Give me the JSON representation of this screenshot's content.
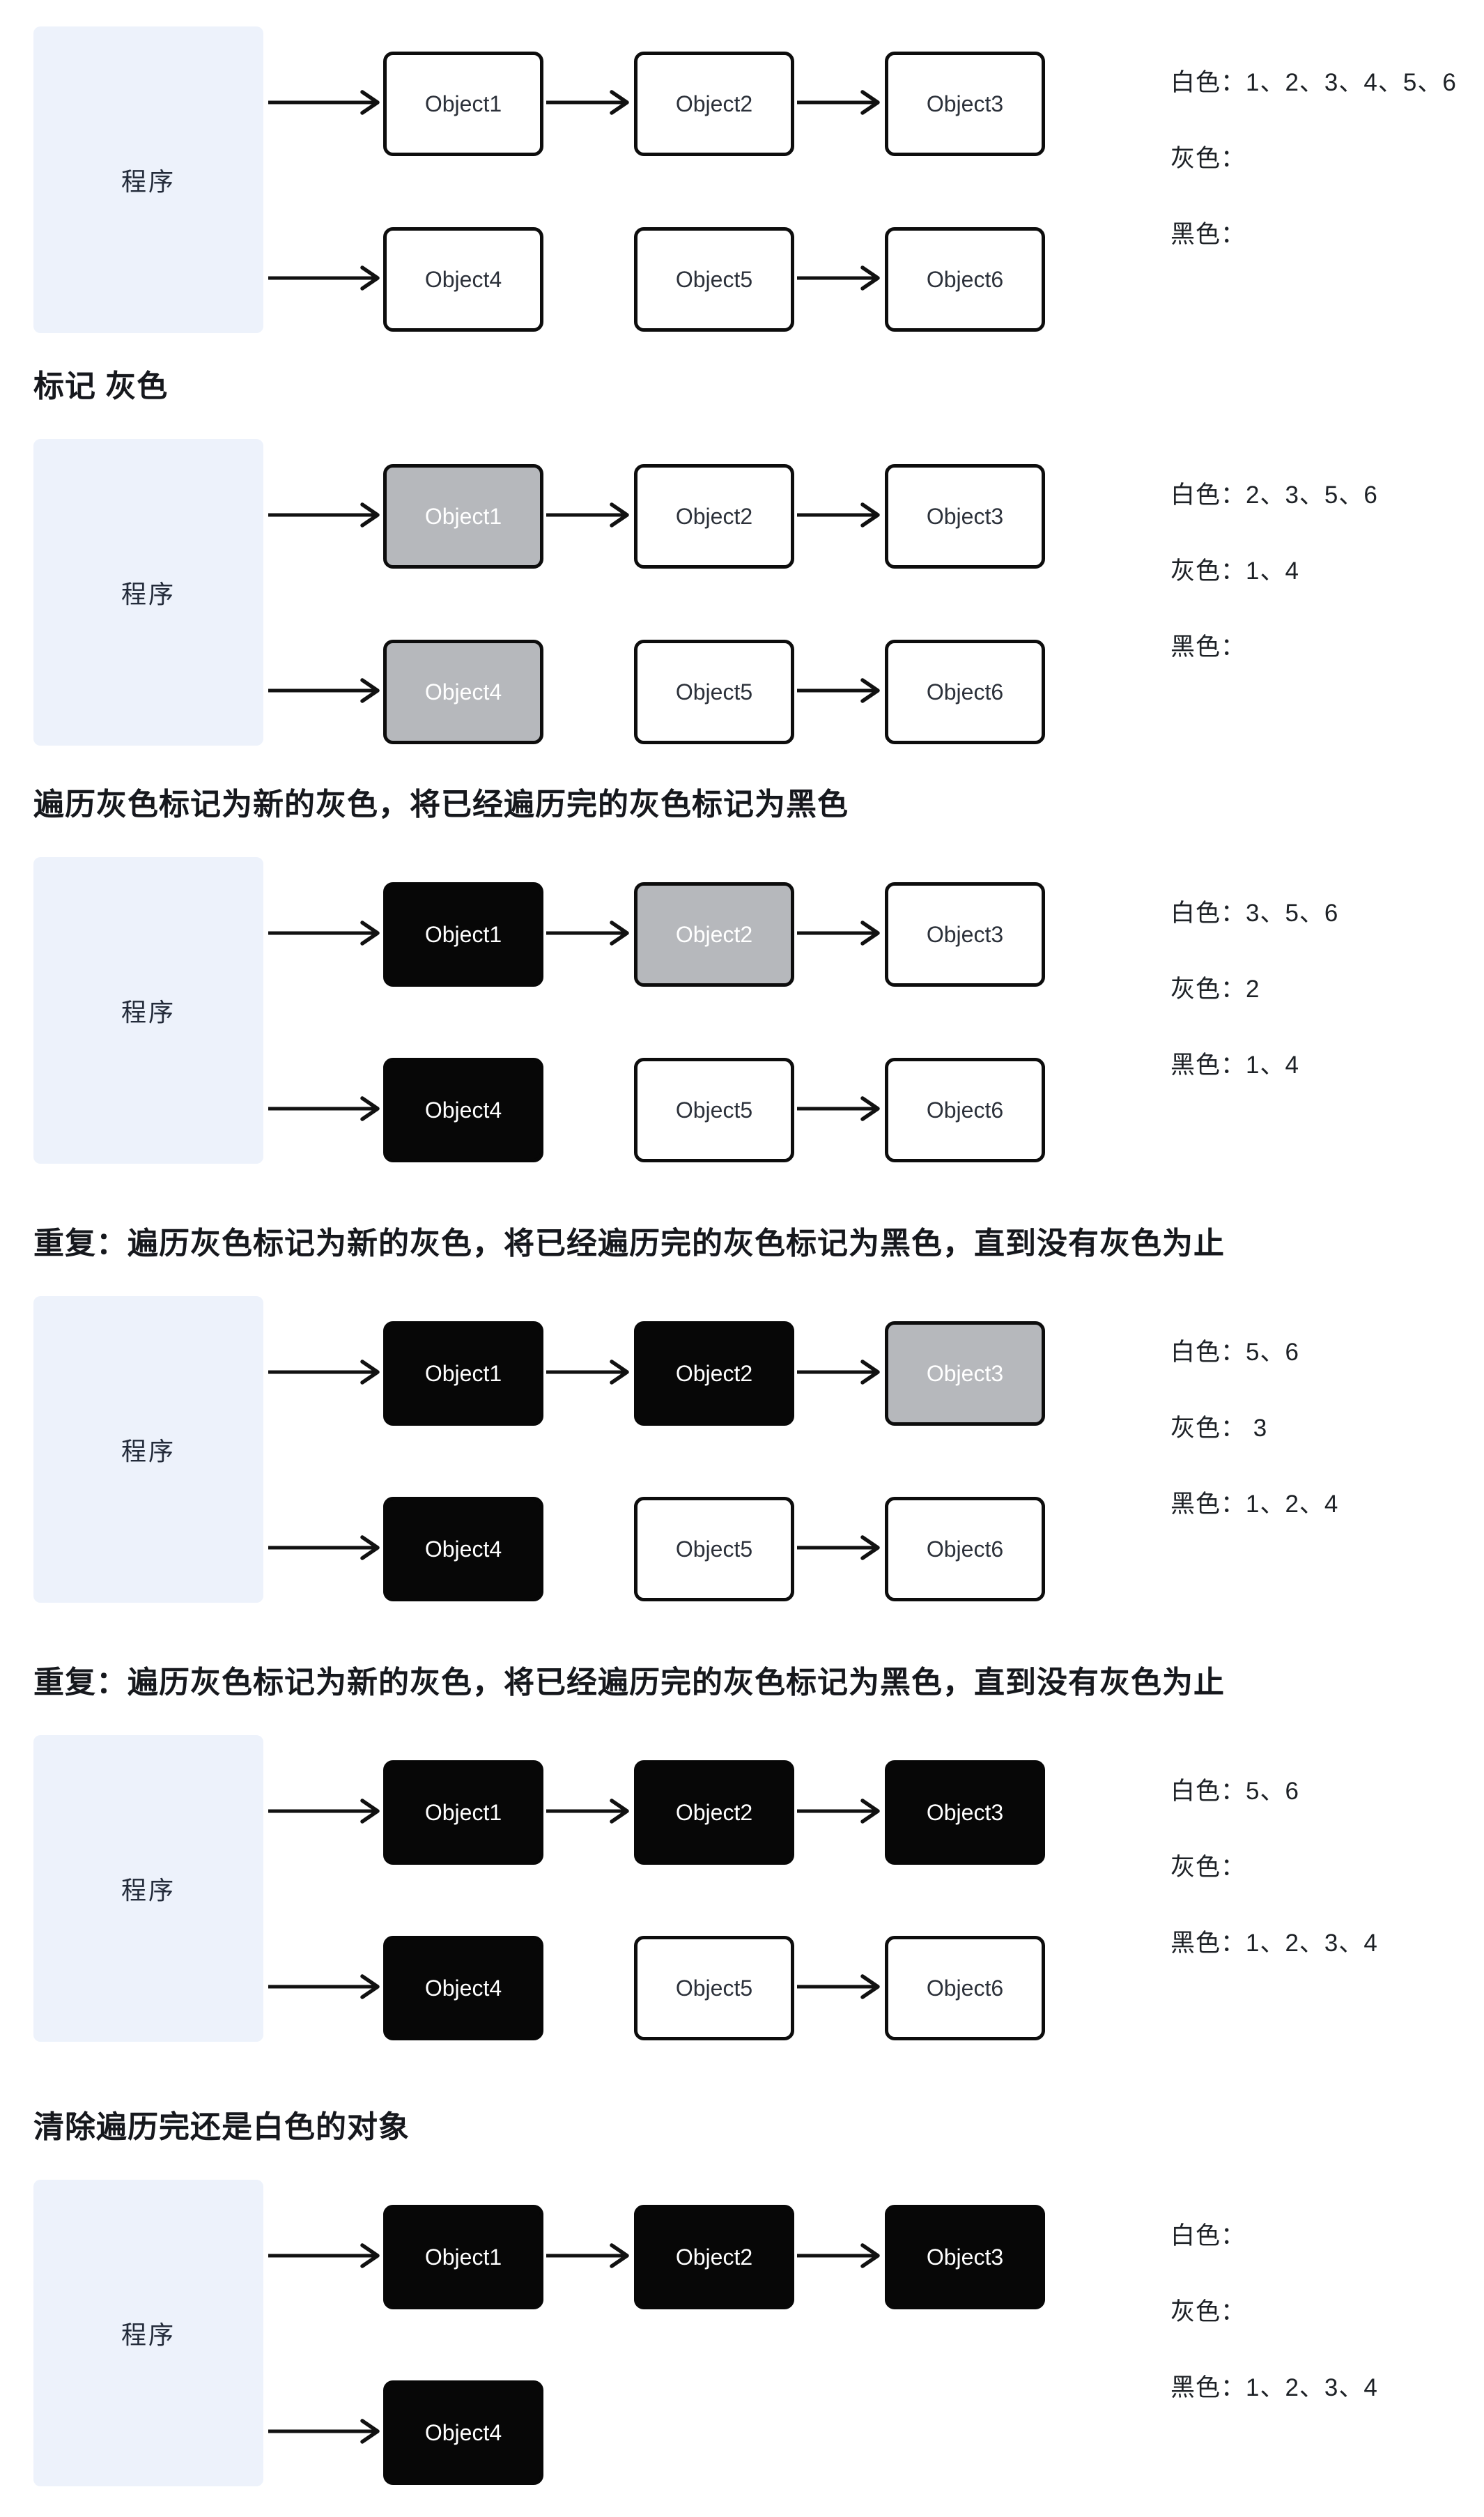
{
  "program_label": "程序",
  "colors": {
    "program_bg": "#edf2fb",
    "white_fill": "#ffffff",
    "gray_fill": "#b6b8bc",
    "black_fill": "#070707",
    "box_border": "#0d0d0d"
  },
  "stages": [
    {
      "title": "",
      "objects": [
        {
          "label": "Object1",
          "color": "white"
        },
        {
          "label": "Object2",
          "color": "white"
        },
        {
          "label": "Object3",
          "color": "white"
        },
        {
          "label": "Object4",
          "color": "white"
        },
        {
          "label": "Object5",
          "color": "white"
        },
        {
          "label": "Object6",
          "color": "white"
        }
      ],
      "edges": [
        "程序→Object1",
        "Object1→Object2",
        "Object2→Object3",
        "程序→Object4",
        "Object5→Object6"
      ],
      "legend": {
        "white": "白色：1、2、3、4、5、6",
        "gray": "灰色：",
        "black": "黑色："
      }
    },
    {
      "title": "标记 灰色",
      "objects": [
        {
          "label": "Object1",
          "color": "gray"
        },
        {
          "label": "Object2",
          "color": "white"
        },
        {
          "label": "Object3",
          "color": "white"
        },
        {
          "label": "Object4",
          "color": "gray"
        },
        {
          "label": "Object5",
          "color": "white"
        },
        {
          "label": "Object6",
          "color": "white"
        }
      ],
      "edges": [
        "程序→Object1",
        "Object1→Object2",
        "Object2→Object3",
        "程序→Object4",
        "Object5→Object6"
      ],
      "legend": {
        "white": "白色：2、3、5、6",
        "gray": "灰色：1、4",
        "black": "黑色："
      }
    },
    {
      "title": "遍历灰色标记为新的灰色，将已经遍历完的灰色标记为黑色",
      "objects": [
        {
          "label": "Object1",
          "color": "black"
        },
        {
          "label": "Object2",
          "color": "gray"
        },
        {
          "label": "Object3",
          "color": "white"
        },
        {
          "label": "Object4",
          "color": "black"
        },
        {
          "label": "Object5",
          "color": "white"
        },
        {
          "label": "Object6",
          "color": "white"
        }
      ],
      "edges": [
        "程序→Object1",
        "Object1→Object2",
        "Object2→Object3",
        "程序→Object4",
        "Object5→Object6"
      ],
      "legend": {
        "white": "白色：3、5、6",
        "gray": "灰色：2",
        "black": "黑色：1、4"
      }
    },
    {
      "title": "重复：遍历灰色标记为新的灰色，将已经遍历完的灰色标记为黑色，直到没有灰色为止",
      "objects": [
        {
          "label": "Object1",
          "color": "black"
        },
        {
          "label": "Object2",
          "color": "black"
        },
        {
          "label": "Object3",
          "color": "gray"
        },
        {
          "label": "Object4",
          "color": "black"
        },
        {
          "label": "Object5",
          "color": "white"
        },
        {
          "label": "Object6",
          "color": "white"
        }
      ],
      "edges": [
        "程序→Object1",
        "Object1→Object2",
        "Object2→Object3",
        "程序→Object4",
        "Object5→Object6"
      ],
      "legend": {
        "white": "白色：5、6",
        "gray": "灰色： 3",
        "black": "黑色：1、2、4"
      }
    },
    {
      "title": "重复：遍历灰色标记为新的灰色，将已经遍历完的灰色标记为黑色，直到没有灰色为止",
      "objects": [
        {
          "label": "Object1",
          "color": "black"
        },
        {
          "label": "Object2",
          "color": "black"
        },
        {
          "label": "Object3",
          "color": "black"
        },
        {
          "label": "Object4",
          "color": "black"
        },
        {
          "label": "Object5",
          "color": "white"
        },
        {
          "label": "Object6",
          "color": "white"
        }
      ],
      "edges": [
        "程序→Object1",
        "Object1→Object2",
        "Object2→Object3",
        "程序→Object4",
        "Object5→Object6"
      ],
      "legend": {
        "white": "白色：5、6",
        "gray": "灰色：",
        "black": "黑色：1、2、3、4"
      }
    },
    {
      "title": "清除遍历完还是白色的对象",
      "objects": [
        {
          "label": "Object1",
          "color": "black"
        },
        {
          "label": "Object2",
          "color": "black"
        },
        {
          "label": "Object3",
          "color": "black"
        },
        {
          "label": "Object4",
          "color": "black"
        }
      ],
      "edges": [
        "程序→Object1",
        "Object1→Object2",
        "Object2→Object3",
        "程序→Object4"
      ],
      "legend": {
        "white": "白色：",
        "gray": "灰色：",
        "black": "黑色：1、2、3、4"
      }
    }
  ]
}
